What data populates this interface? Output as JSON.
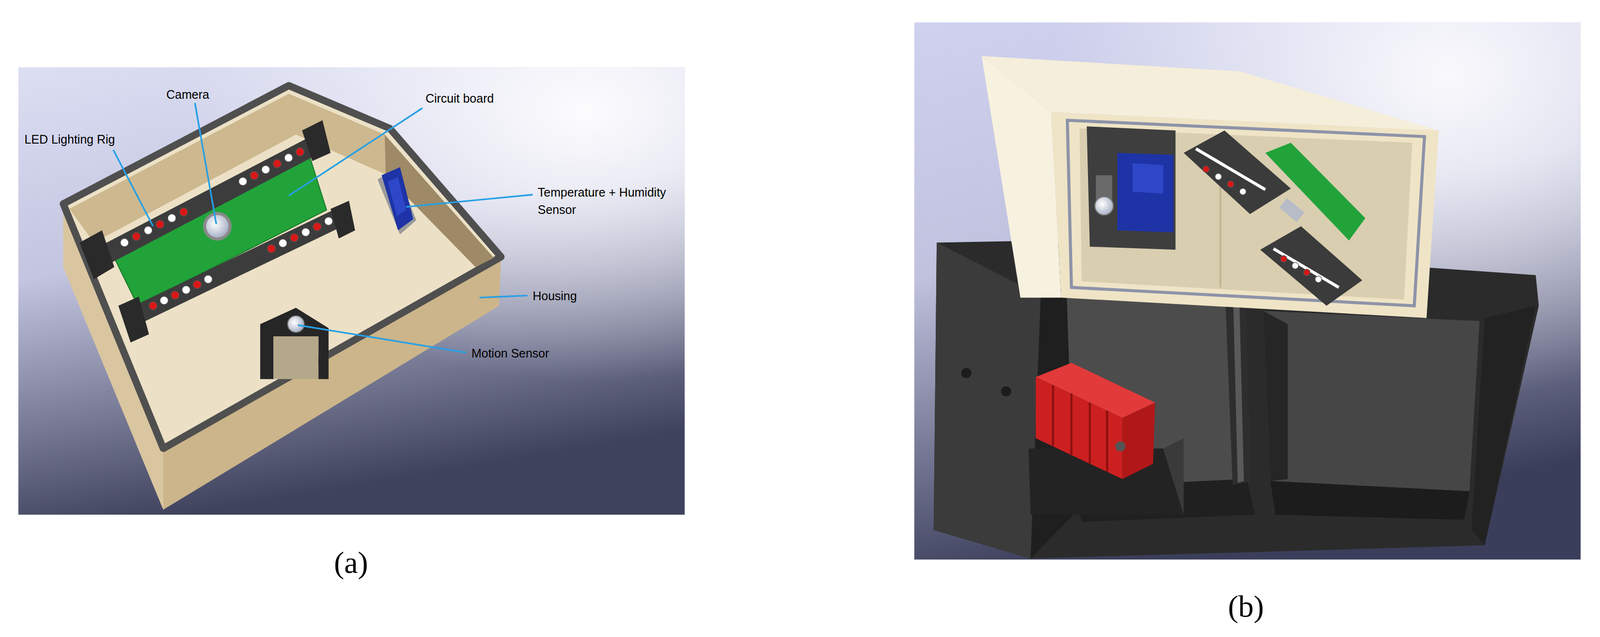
{
  "diagram": {
    "labels": [
      "Camera",
      "Circuit board",
      "LED Lighting Rig",
      "Temperature + Humidity Sensor",
      "Housing",
      "Motion Sensor",
      "(a)",
      "(b)"
    ]
  }
}
